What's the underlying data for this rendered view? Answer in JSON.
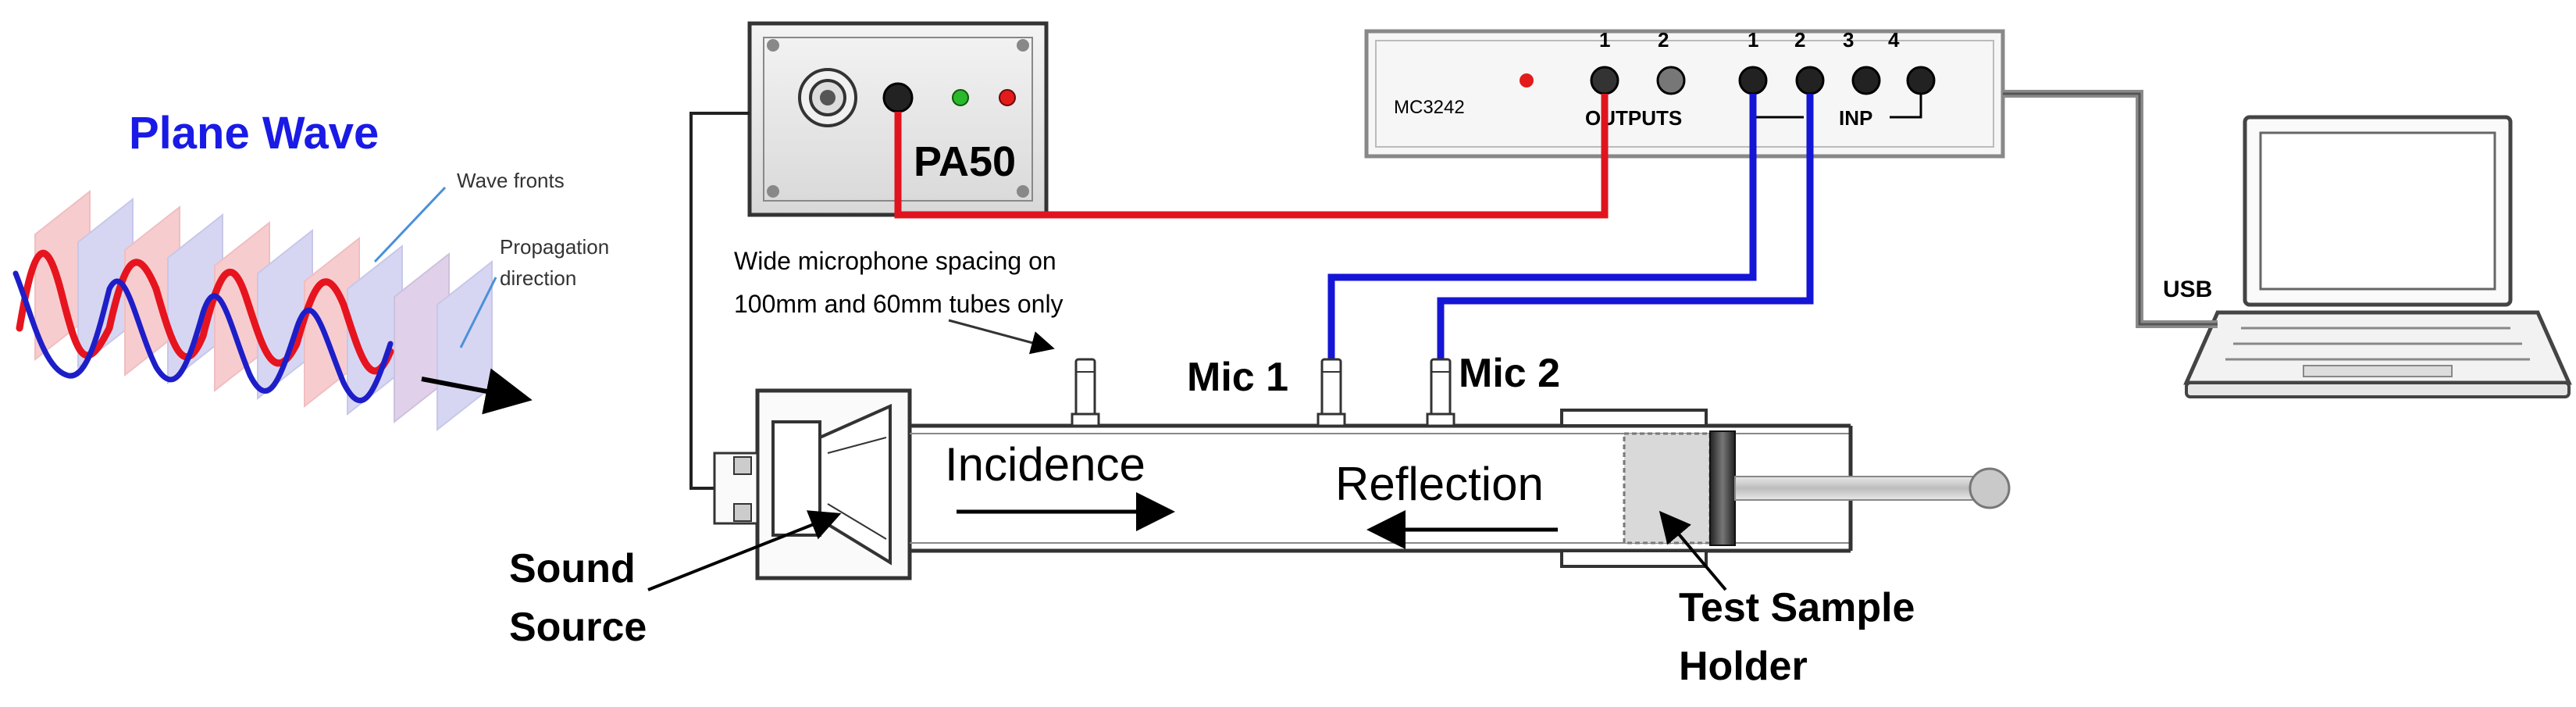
{
  "plane_wave": {
    "title": "Plane Wave",
    "wave_fronts_label": "Wave fronts",
    "propagation_label_line1": "Propagation",
    "propagation_label_line2": "direction"
  },
  "amplifier": {
    "name": "PA50"
  },
  "analyzer": {
    "model": "MC3242",
    "output_numbers": [
      "1",
      "2"
    ],
    "outputs_label": "OUTPUTS",
    "input_numbers": [
      "1",
      "2",
      "3",
      "4"
    ],
    "inputs_label": "INP"
  },
  "computer": {
    "connection_label": "USB"
  },
  "note": {
    "line1": "Wide microphone spacing on",
    "line2": "100mm and 60mm tubes only"
  },
  "tube": {
    "mic1_label": "Mic 1",
    "mic2_label": "Mic 2",
    "incidence_label": "Incidence",
    "reflection_label": "Reflection",
    "source_label_line1": "Sound",
    "source_label_line2": "Source",
    "holder_label_line1": "Test Sample",
    "holder_label_line2": "Holder"
  },
  "colors": {
    "output_cable": "#e0141e",
    "input_cables": "#1515d6",
    "title_text": "#1a1ae6",
    "wave_red": "#e6141e",
    "wave_blue": "#1e1ec8"
  }
}
